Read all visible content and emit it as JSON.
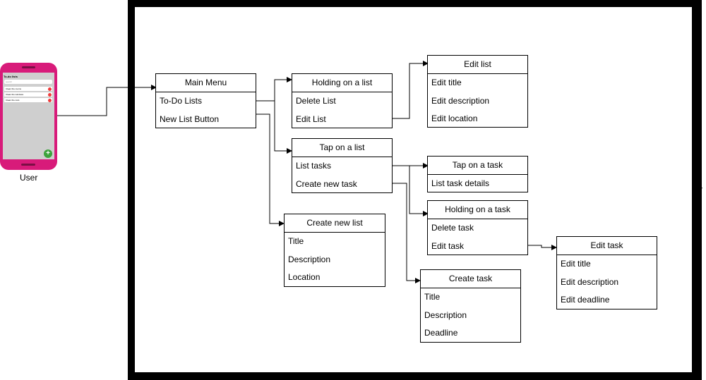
{
  "user_label": "User",
  "phone": {
    "app_title": "To-do lists",
    "search_placeholder": "search",
    "tasks": [
      "Clean the rooms",
      "Clean the windows",
      "Clean the cars"
    ],
    "fab": "+"
  },
  "boxes": {
    "main_menu": {
      "title": "Main Menu",
      "items": [
        "To-Do Lists",
        "New List Button"
      ]
    },
    "holding_list": {
      "title": "Holding on a list",
      "items": [
        "Delete List",
        "Edit List"
      ]
    },
    "edit_list": {
      "title": "Edit list",
      "items": [
        "Edit title",
        "Edit description",
        "Edit location"
      ]
    },
    "tap_list": {
      "title": "Tap on a list",
      "items": [
        "List tasks",
        "Create new task"
      ]
    },
    "create_list": {
      "title": "Create new list",
      "items": [
        "Title",
        "Description",
        "Location"
      ]
    },
    "tap_task": {
      "title": "Tap on a task",
      "items": [
        "List task details"
      ]
    },
    "holding_task": {
      "title": "Holding on a task",
      "items": [
        "Delete task",
        "Edit task"
      ]
    },
    "edit_task": {
      "title": "Edit task",
      "items": [
        "Edit title",
        "Edit description",
        "Edit deadline"
      ]
    },
    "create_task": {
      "title": "Create task",
      "items": [
        "Title",
        "Description",
        "Deadline"
      ]
    }
  }
}
